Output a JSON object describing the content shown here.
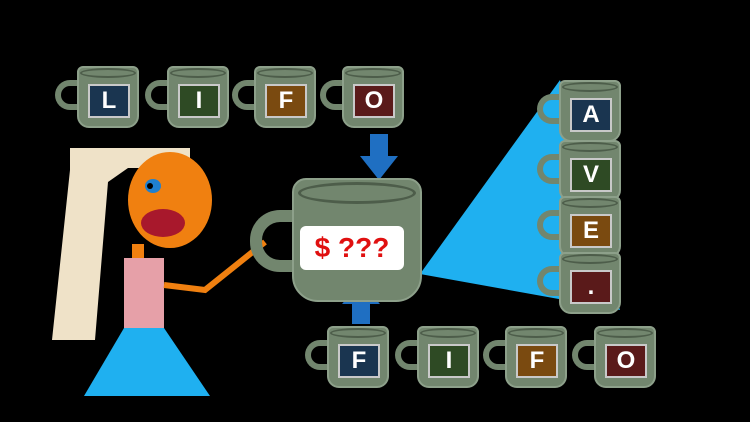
{
  "lifo_mugs": [
    {
      "letter": "L",
      "color": "#1a3550"
    },
    {
      "letter": "I",
      "color": "#2e4a24"
    },
    {
      "letter": "F",
      "color": "#7a4a10"
    },
    {
      "letter": "O",
      "color": "#5a1a1a"
    }
  ],
  "fifo_mugs": [
    {
      "letter": "F",
      "color": "#1a3550"
    },
    {
      "letter": "I",
      "color": "#2e4a24"
    },
    {
      "letter": "F",
      "color": "#7a4a10"
    },
    {
      "letter": "O",
      "color": "#5a1a1a"
    }
  ],
  "average_mugs": [
    {
      "letter": "A",
      "color": "#1a3550"
    },
    {
      "letter": "V",
      "color": "#2e4a24"
    },
    {
      "letter": "E",
      "color": "#7a4a10"
    },
    {
      "letter": ".",
      "color": "#5a1a1a"
    }
  ],
  "cost_mug": {
    "label": "$ ???",
    "label_color": "#e01010"
  },
  "colors": {
    "background": "#000000",
    "mug_body": "#72866e",
    "arrow": "#1f6fc2",
    "triangle": "#1fb0f0",
    "hair": "#efe2c8",
    "face": "#f08010",
    "shirt": "#e6a0a8",
    "skirt": "#1fb0f0"
  }
}
